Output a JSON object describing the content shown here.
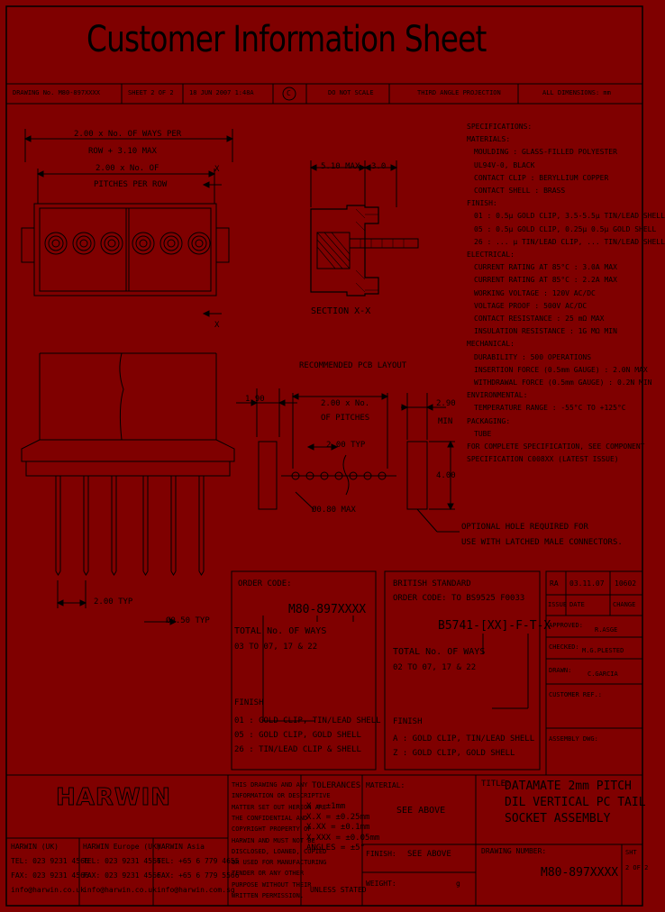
{
  "title": "Customer Information Sheet",
  "titleblock": {
    "drawing_no_label": "DRAWING No. M80-897XXXX",
    "sheet": "SHEET 2 OF 2",
    "date_time": "18 JUN 2007 1:48A",
    "copyright": "C",
    "scale": "DO NOT SCALE",
    "projection": "THIRD ANGLE PROJECTION",
    "dimensions": "ALL DIMENSIONS: mm"
  },
  "views": {
    "front_dim_overall_1": "2.00 x No. OF WAYS PER",
    "front_dim_overall_2": "ROW + 3.10 MAX",
    "front_dim_pitch_1": "2.00 x No. OF",
    "front_dim_pitch_2": "PITCHES PER ROW",
    "section_marker": "X",
    "section_dim_a": "5.10 MAX",
    "section_dim_b": "3.0",
    "section_label": "SECTION X-X",
    "side_pitch": "2.00 TYP",
    "side_pin_dia": "Ø0.50 TYP",
    "pcb_title": "RECOMMENDED PCB LAYOUT",
    "pcb_left": "1.90",
    "pcb_center_1": "2.00 x No.",
    "pcb_center_2": "OF PITCHES",
    "pcb_typ": "2.00 TYP",
    "pcb_right_1": "2.90",
    "pcb_right_2": "MIN",
    "pcb_height": "4.00",
    "pcb_hole": "Ø0.80 MAX",
    "pcb_note_1": "OPTIONAL HOLE REQUIRED FOR",
    "pcb_note_2": "USE WITH LATCHED MALE CONNECTORS."
  },
  "spec": [
    "SPECIFICATIONS:",
    "MATERIALS:",
    "MOULDING : GLASS-FILLED POLYESTER",
    "           UL94V-0, BLACK",
    "CONTACT CLIP : BERYLLIUM COPPER",
    "CONTACT SHELL : BRASS",
    "FINISH:",
    "01 : 0.5µ GOLD CLIP, 3.5-5.5µ TIN/LEAD SHELL",
    "05 : 0.5µ GOLD CLIP, 0.25µ 0.5µ GOLD SHELL",
    "26 : ... µ TIN/LEAD CLIP, ... TIN/LEAD SHELL",
    "ELECTRICAL:",
    "CURRENT RATING AT 85°C : 3.0A MAX",
    "CURRENT RATING AT 85°C : 2.2A MAX",
    "WORKING VOLTAGE : 120V AC/DC",
    "VOLTAGE PROOF : 500V AC/DC",
    "CONTACT RESISTANCE : 25 mΩ MAX",
    "INSULATION RESISTANCE : 1G MΩ MIN",
    "MECHANICAL:",
    "DURABILITY : 500 OPERATIONS",
    "INSERTION FORCE (0.5mm GAUGE) : 2.0N MAX",
    "WITHDRAWAL FORCE (0.5mm GAUGE) : 0.2N MIN",
    "ENVIRONMENTAL:",
    "TEMPERATURE RANGE : -55°C TO +125°C",
    "PACKAGING:",
    "TUBE",
    "FOR COMPLETE SPECIFICATION, SEE COMPONENT",
    "SPECIFICATION C008XX (LATEST ISSUE)"
  ],
  "order": {
    "heading": "ORDER CODE:",
    "code": "M80-897XXXX",
    "ways_1": "TOTAL No. OF WAYS",
    "ways_2": "03 TO 07, 17 & 22",
    "finish_label": "FINISH",
    "finish_1": "01 : GOLD CLIP, TIN/LEAD SHELL",
    "finish_2": "05 : GOLD CLIP, GOLD SHELL",
    "finish_3": "26 : TIN/LEAD CLIP & SHELL"
  },
  "british": {
    "heading": "BRITISH STANDARD",
    "order_code": "ORDER CODE: TO BS9525 F0033",
    "code": "B5741-[XX]-F-T-X",
    "ways_1": "TOTAL No. OF WAYS",
    "ways_2": "02 TO 07, 17 & 22",
    "finish_label": "FINISH",
    "finish_1": "A : GOLD CLIP, TIN/LEAD SHELL",
    "finish_2": "Z : GOLD CLIP, GOLD SHELL"
  },
  "revision": {
    "col1": "RA",
    "col2": "03.11.07",
    "col3": "10602",
    "issue_label": "ISSUE",
    "date_label": "DATE",
    "change_label": "CHANGE",
    "approved_label": "APPROVED:",
    "approved_value": "R.ASGE",
    "checked_label": "CHECKED:",
    "checked_value": "M.G.PLESTED",
    "drawn_label": "DRAWN:",
    "drawn_value": "C.GARCIA",
    "customer_ref": "CUSTOMER REF.:",
    "assembly": "ASSEMBLY DWG:"
  },
  "footer": {
    "logo": "HARWIN",
    "uk": [
      "HARWIN (UK)",
      "TEL: 023 9231 4566",
      "FAX: 023 9231 4566",
      "info@harwin.co.uk"
    ],
    "europe": [
      "HARWIN Europe (UK)",
      "TEL: 023 9231 4566",
      "FAX: 023 9231 4566",
      "info@harwin.co.uk"
    ],
    "asia": [
      "HARWIN Asia",
      "TEL: +65 6 779 4655",
      "FAX: +65 6 779 5566",
      "info@harwin.com.sg"
    ],
    "notice": [
      "THIS DRAWING AND ANY",
      "INFORMATION OR DESCRIPTIVE",
      "MATTER SET OUT HEREON ARE",
      "THE CONFIDENTIAL AND",
      "COPYRIGHT PROPERTY OF",
      "HARWIN AND MUST NOT BE",
      "DISCLOSED, LOANED, COPIED",
      "OR USED FOR MANUFACTURING",
      "TENDER OR ANY OTHER",
      "PURPOSE WITHOUT THEIR",
      "WRITTEN PERMISSION."
    ],
    "tolerances_heading": "TOLERANCES",
    "tolerances": [
      "X = ±1mm",
      "X.X = ±0.25mm",
      "X.XX = ±0.1mm",
      "X.XXX = ±0.05mm",
      "ANGLES = ±5°"
    ],
    "unless": "UNLESS STATED",
    "material_label": "MATERIAL:",
    "material_value": "SEE ABOVE",
    "finish_label": "FINISH:",
    "finish_value": "SEE ABOVE",
    "weight_label": "WEIGHT:",
    "weight_unit": "g",
    "title_label": "TITLE:",
    "title_lines": [
      "DATAMATE 2mm PITCH",
      "DIL VERTICAL PC TAIL",
      "SOCKET ASSEMBLY"
    ],
    "drawing_label": "DRAWING NUMBER:",
    "drawing_value": "M80-897XXXX",
    "sheet_label": "SHT",
    "sheet_value": "2 OF 2"
  }
}
